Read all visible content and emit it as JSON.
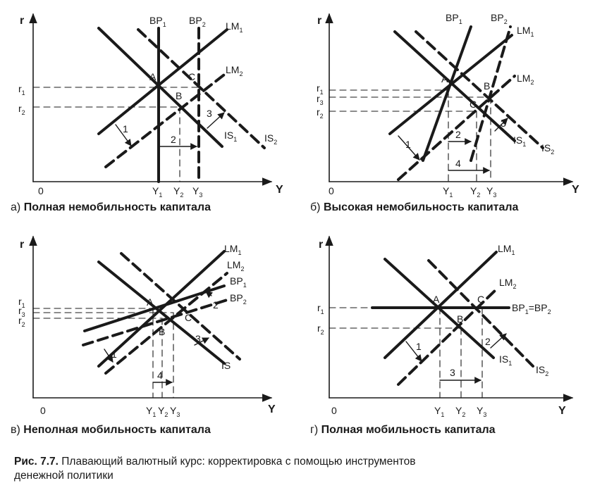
{
  "axes": {
    "y": "r",
    "x": "Y",
    "origin": "0"
  },
  "panels": [
    {
      "caption_letter": "а)",
      "caption_text": "Полная немобильность капитала",
      "curves": {
        "bp1": "BP",
        "bp1_sub": "1",
        "bp2": "BP",
        "bp2_sub": "2",
        "lm1": "LM",
        "lm1_sub": "1",
        "lm2": "LM",
        "lm2_sub": "2",
        "is1": "IS",
        "is1_sub": "1",
        "is2": "IS",
        "is2_sub": "2"
      },
      "points": [
        "A",
        "B",
        "C"
      ],
      "r_labels": [
        {
          "t": "r",
          "s": "1"
        },
        {
          "t": "r",
          "s": "2"
        }
      ],
      "y_labels": [
        {
          "t": "Y",
          "s": "1"
        },
        {
          "t": "Y",
          "s": "2"
        },
        {
          "t": "Y",
          "s": "3"
        }
      ],
      "steps": [
        "1",
        "2",
        "3"
      ]
    },
    {
      "caption_letter": "б)",
      "caption_text": "Высокая немобильность капитала",
      "curves": {
        "bp1": "BP",
        "bp1_sub": "1",
        "bp2": "BP",
        "bp2_sub": "2",
        "lm1": "LM",
        "lm1_sub": "1",
        "lm2": "LM",
        "lm2_sub": "2",
        "is1": "IS",
        "is1_sub": "1",
        "is2": "IS",
        "is2_sub": "2"
      },
      "points": [
        "A",
        "B",
        "C"
      ],
      "r_labels": [
        {
          "t": "r",
          "s": "1"
        },
        {
          "t": "r",
          "s": "3"
        },
        {
          "t": "r",
          "s": "2"
        }
      ],
      "y_labels": [
        {
          "t": "Y",
          "s": "1"
        },
        {
          "t": "Y",
          "s": "2"
        },
        {
          "t": "Y",
          "s": "3"
        }
      ],
      "steps": [
        "1",
        "2",
        "3",
        "4"
      ]
    },
    {
      "caption_letter": "в)",
      "caption_text": "Неполная мобильность капитала",
      "curves": {
        "lm1": "LM",
        "lm1_sub": "1",
        "lm2": "LM",
        "lm2_sub": "2",
        "bp1": "BP",
        "bp1_sub": "1",
        "bp2": "BP",
        "bp2_sub": "2",
        "is": "IS"
      },
      "points": [
        "A",
        "B",
        "C"
      ],
      "r_labels": [
        {
          "t": "r",
          "s": "1"
        },
        {
          "t": "r",
          "s": "3"
        },
        {
          "t": "r",
          "s": "2"
        }
      ],
      "y_labels": [
        {
          "t": "Y",
          "s": "1"
        },
        {
          "t": "Y",
          "s": "2"
        },
        {
          "t": "Y",
          "s": "3"
        }
      ],
      "steps": [
        "1",
        "2",
        "3",
        "4"
      ]
    },
    {
      "caption_letter": "г)",
      "caption_text": "Полная мобильность капитала",
      "curves": {
        "lm1": "LM",
        "lm1_sub": "1",
        "lm2": "LM",
        "lm2_sub": "2",
        "bp": "BP",
        "bp_sub1": "1",
        "bp_eq": "=BP",
        "bp_sub2": "2",
        "is1": "IS",
        "is1_sub": "1",
        "is2": "IS",
        "is2_sub": "2"
      },
      "points": [
        "A",
        "B",
        "C"
      ],
      "r_labels": [
        {
          "t": "r",
          "s": "1"
        },
        {
          "t": "r",
          "s": "2"
        }
      ],
      "y_labels": [
        {
          "t": "Y",
          "s": "1"
        },
        {
          "t": "Y",
          "s": "2"
        },
        {
          "t": "Y",
          "s": "3"
        }
      ],
      "steps": [
        "1",
        "2",
        "3"
      ]
    }
  ],
  "figure_caption": {
    "label": "Рис. 7.7.",
    "line1": "Плавающий валютный курс: корректировка с помощью инструментов",
    "line2": "денежной политики"
  }
}
